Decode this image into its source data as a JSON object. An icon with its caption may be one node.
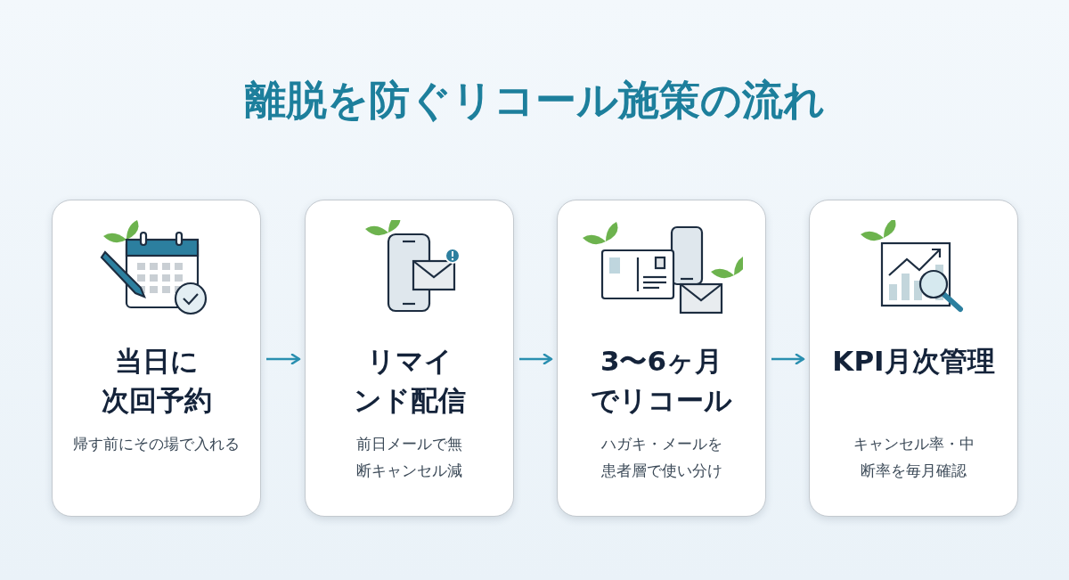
{
  "diagram": {
    "title": "離脱を防ぐリコール施策の流れ",
    "nodes": [
      {
        "text": [
          "当日に次回予約",
          "帰す前にその場で入れる"
        ]
      },
      {
        "text": [
          "リマインド配信",
          "前日メールで無断キャンセル減"
        ]
      },
      {
        "text": [
          "3〜6ヶ月でリコール",
          "ハガキ・メールを患者層で使い分け"
        ]
      },
      {
        "text": [
          "KPI月次管理",
          "キャンセル率・中断率を毎月確認"
        ]
      }
    ],
    "edges": [
      {
        "from": 0,
        "to": 1,
        "arrow": "to"
      },
      {
        "from": 1,
        "to": 2,
        "arrow": "to"
      },
      {
        "from": 2,
        "to": 3,
        "arrow": "to"
      }
    ]
  }
}
